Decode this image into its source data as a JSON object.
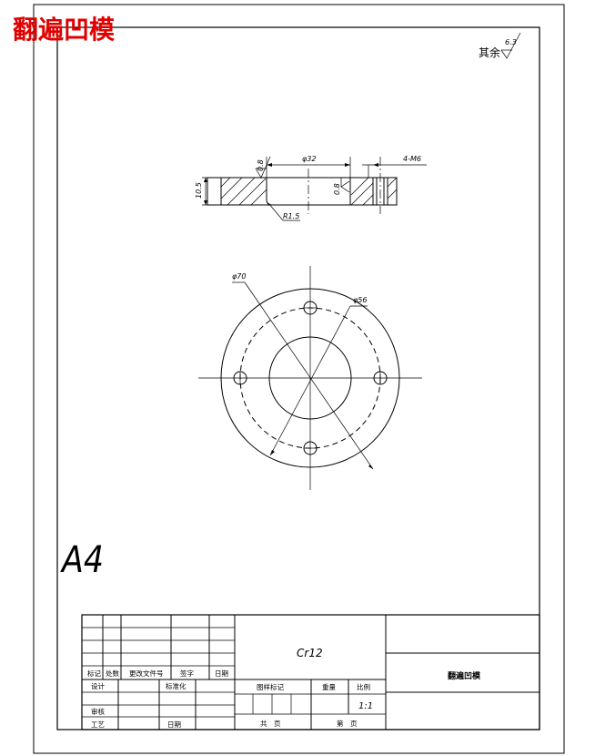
{
  "title": "翻遍凹模",
  "surface_note": {
    "text": "其余",
    "roughness": "6.3"
  },
  "dimensions": {
    "thickness": "10.5",
    "flat_roughness": "0.8",
    "diameter_small": "φ32",
    "fillet": "R1.5",
    "holes": "4-M6",
    "bore_roughness": "0.8",
    "outer_diameter": "φ70",
    "pitch_diameter": "φ56"
  },
  "paper_size": "A4",
  "title_block": {
    "material": "Cr12",
    "part_name": "翻遍凹模",
    "scale": "1:1",
    "left_headers": [
      "标记",
      "处数",
      "更改文件号",
      "签字",
      "日期"
    ],
    "rows": {
      "design": "设计",
      "standardize": "标准化",
      "review": "审核",
      "process": "工艺",
      "date": "日期"
    },
    "labels": {
      "stage_mark": "图样标记",
      "weight": "重量",
      "ratio": "比例",
      "total_sheets": "共　页",
      "sheet_no": "第　页"
    }
  }
}
